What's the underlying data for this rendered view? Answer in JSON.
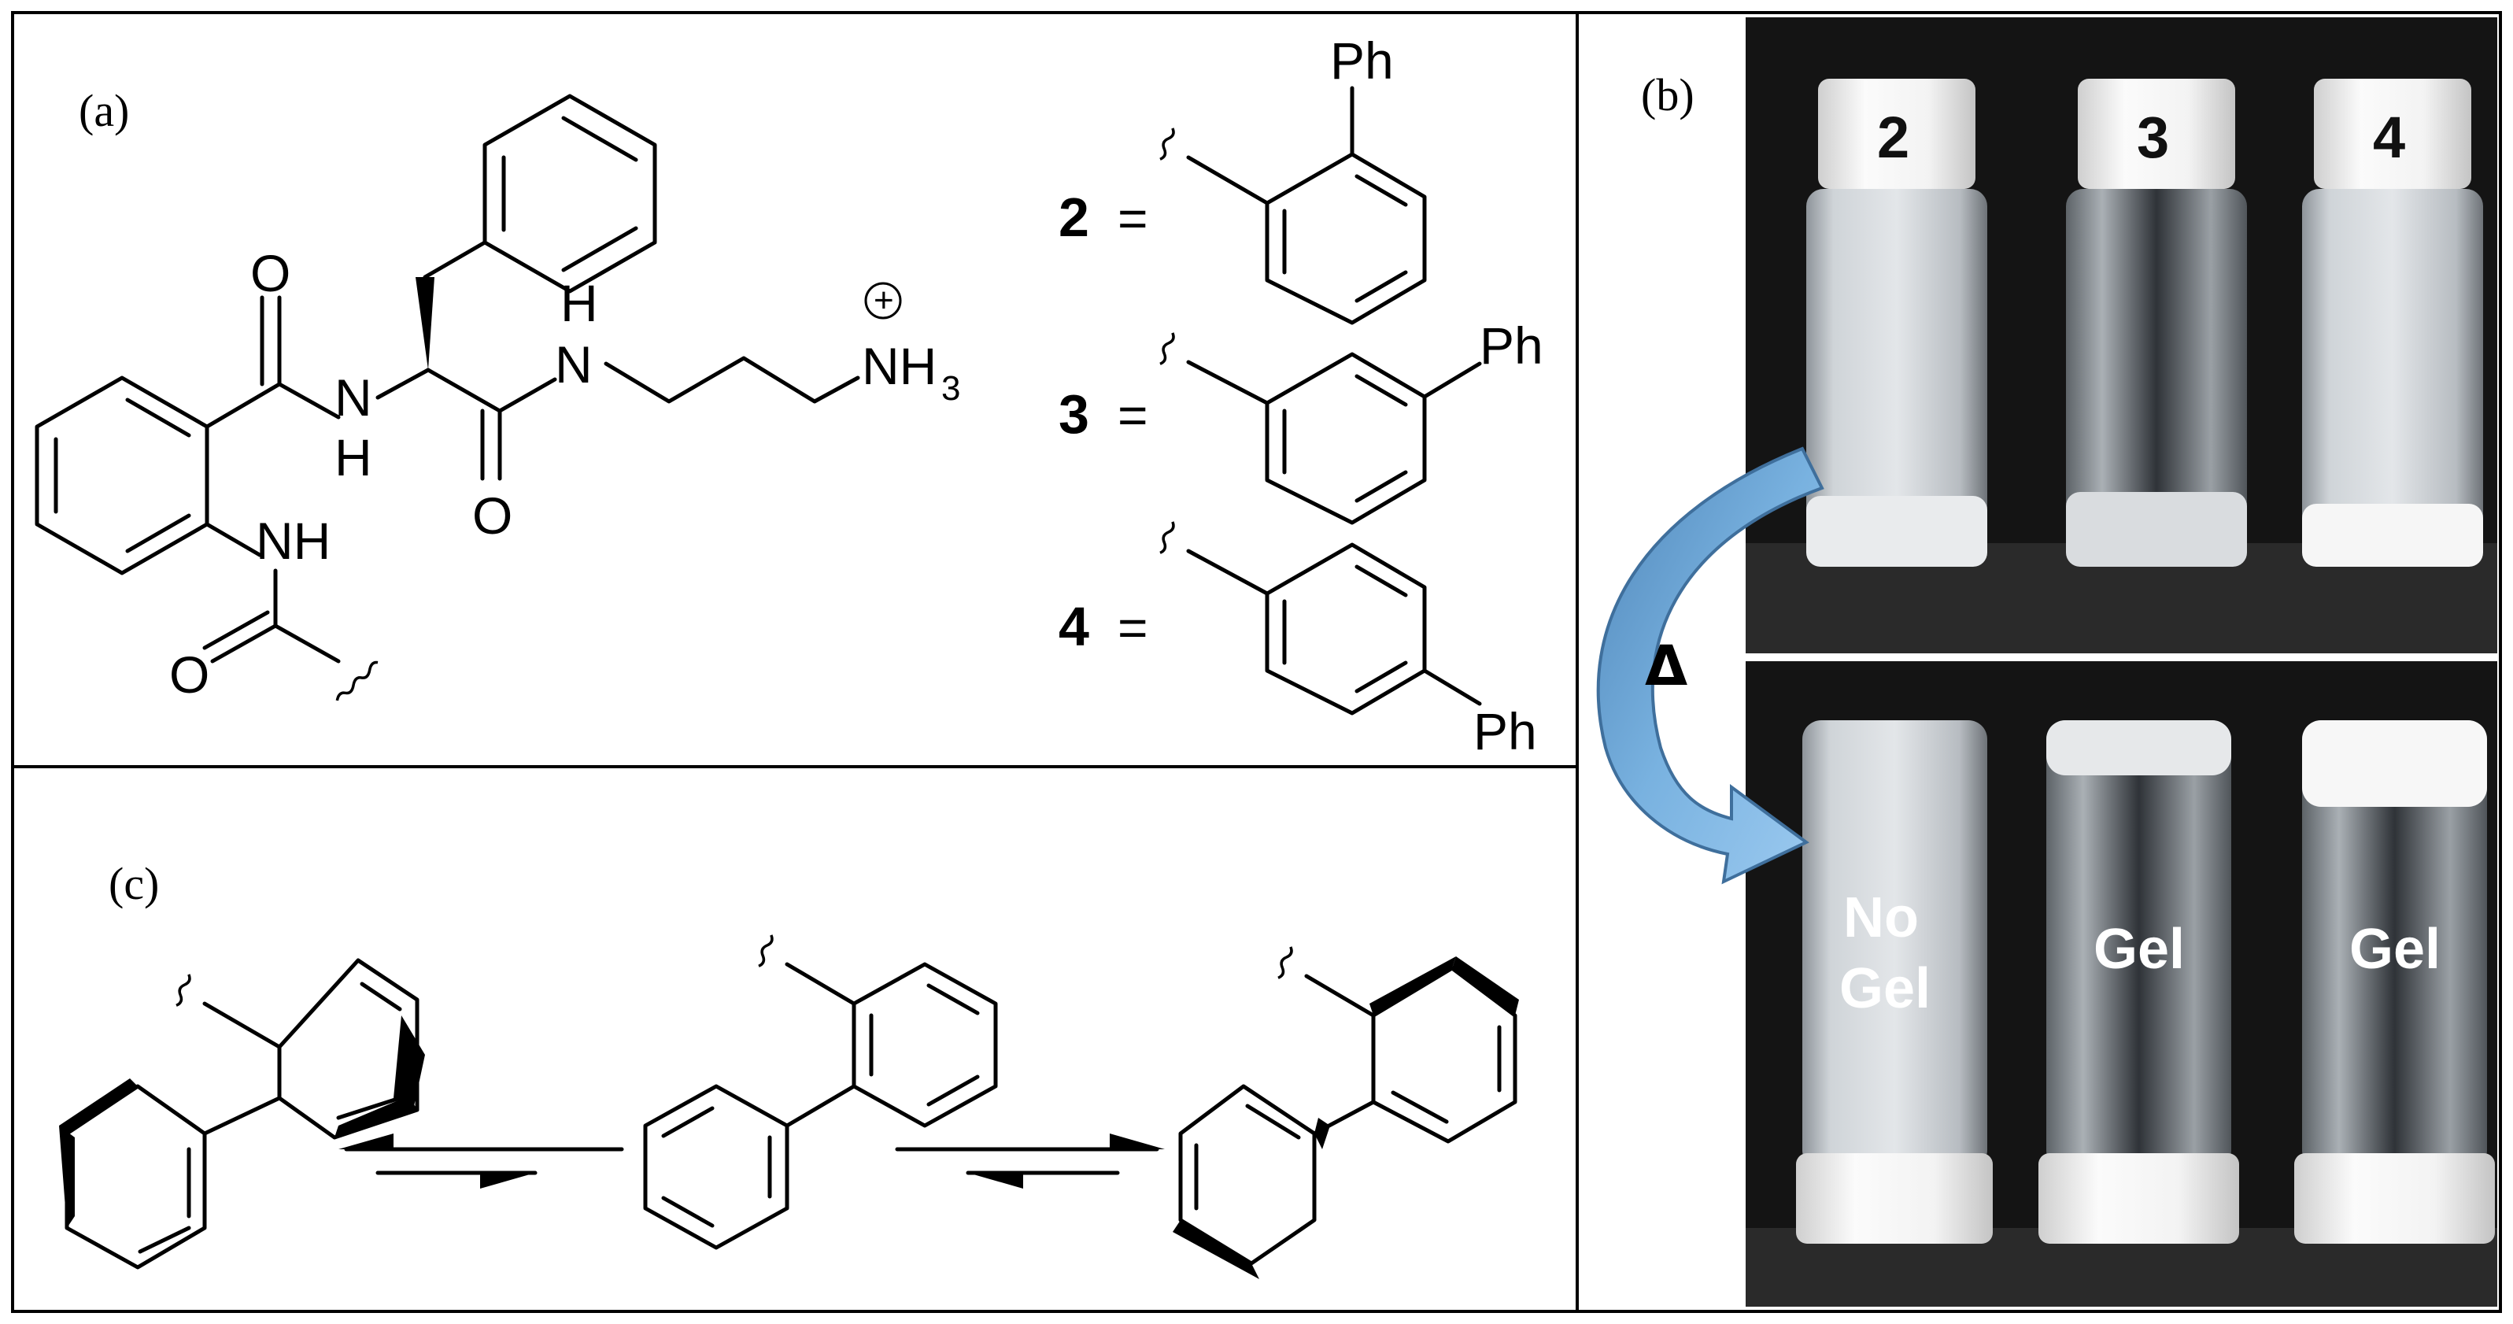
{
  "panels": {
    "a": {
      "label": "(a)",
      "atoms": {
        "o1": "O",
        "o2": "O",
        "o3": "O",
        "nh_amide_n": "N",
        "nh_amide_h": "H",
        "nh_chain_h": "H",
        "nh_chain_n": "N",
        "nh_anil": "NH",
        "nh3": "NH",
        "nh3_sub": "3",
        "charge": "+"
      },
      "substituents": [
        {
          "id": "2",
          "equals": "=",
          "ph": "Ph",
          "pattern": "ortho"
        },
        {
          "id": "3",
          "equals": "=",
          "ph": "Ph",
          "pattern": "meta"
        },
        {
          "id": "4",
          "equals": "=",
          "ph": "Ph",
          "pattern": "para"
        }
      ]
    },
    "b": {
      "label": "(b)",
      "top_row_caps": [
        "2",
        "3",
        "4"
      ],
      "heat_symbol": "Δ",
      "bottom_row": [
        {
          "line1": "No",
          "line2": "Gel"
        },
        {
          "line1": "Gel",
          "line2": ""
        },
        {
          "line1": "Gel",
          "line2": ""
        }
      ],
      "colors": {
        "background": "#151515",
        "vial_glass": "#c9ced3",
        "cap": "#f4f4f4",
        "arrow_fill": "#6fa8d8",
        "arrow_stroke": "#3f6f9c"
      }
    },
    "c": {
      "label": "(c)"
    }
  }
}
